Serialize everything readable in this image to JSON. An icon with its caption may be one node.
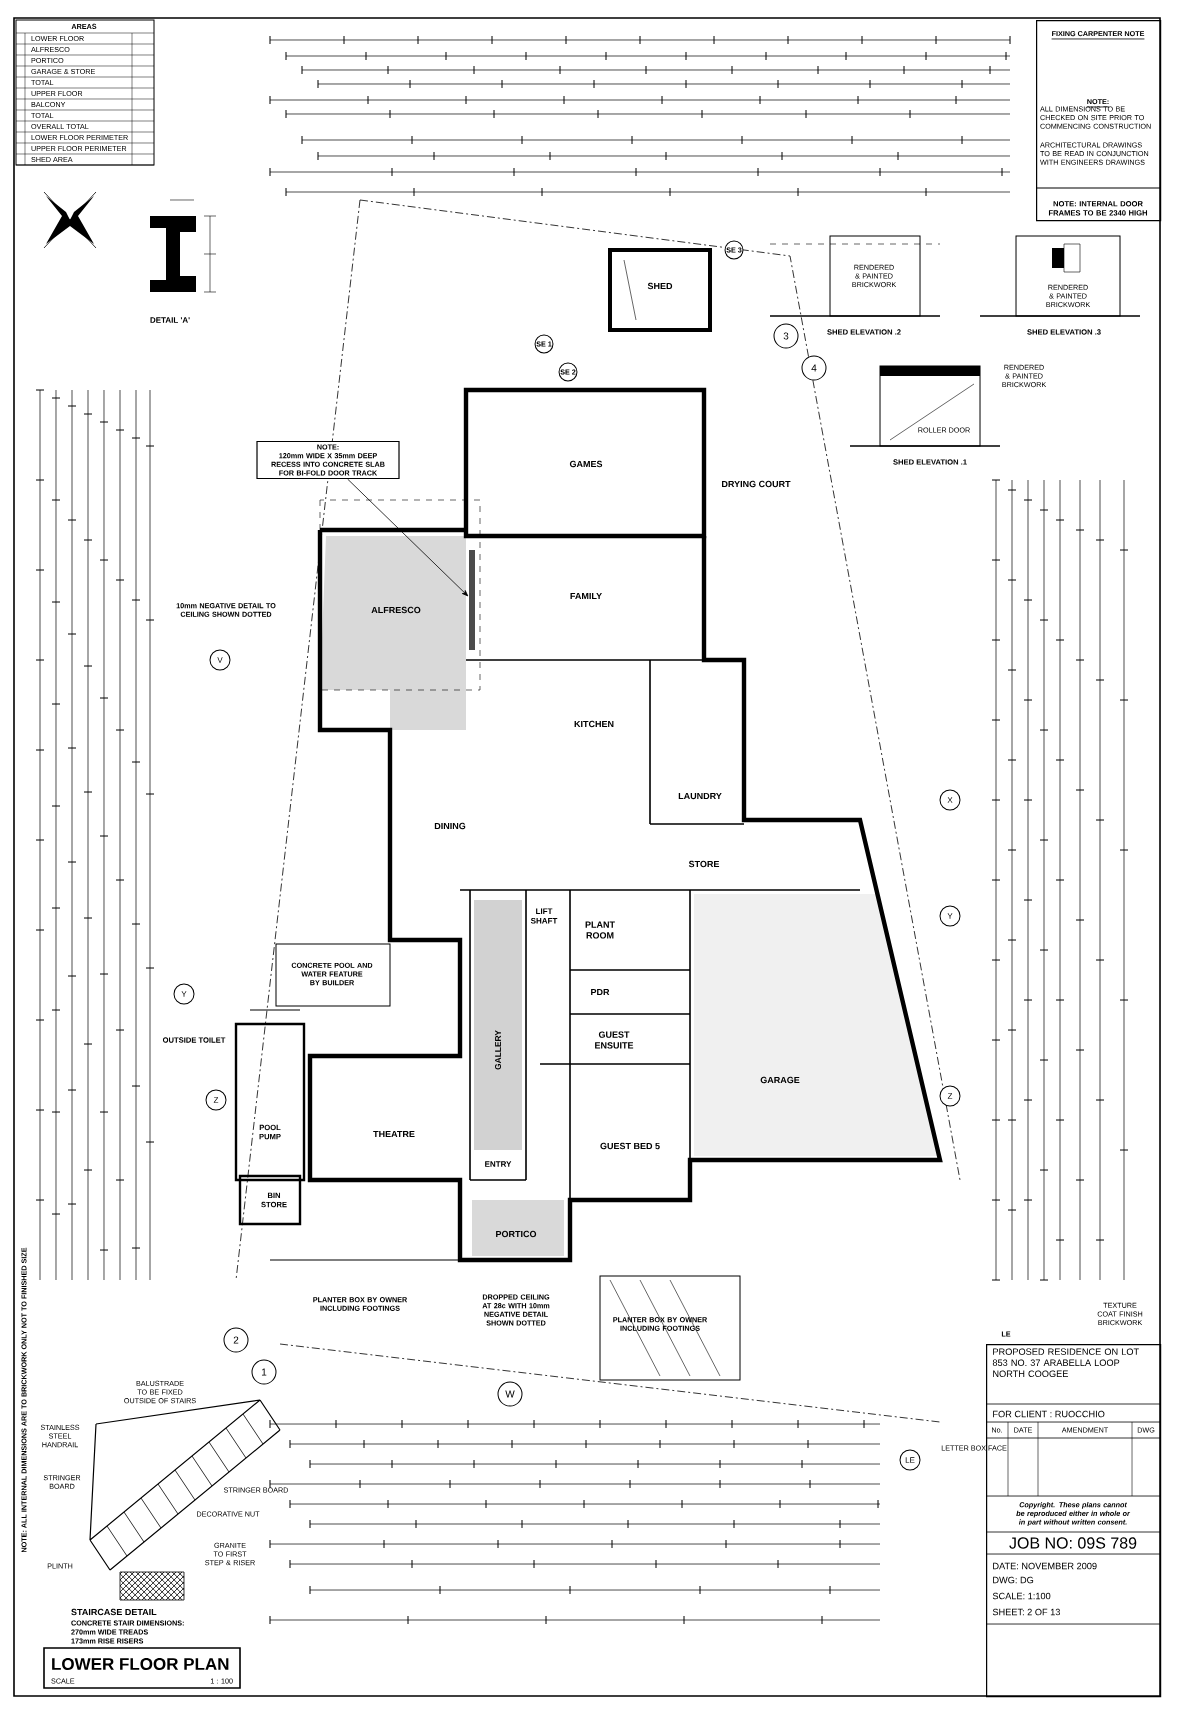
{
  "diagram": {
    "title": "LOWER FLOOR PLAN",
    "nodes": [
      {
        "text": [
          "NOTE:",
          "120mm WIDE X 35mm DEEP RECESS INTO CONCRETE SLAB FOR BI-FOLD DOOR TRACK"
        ]
      },
      {
        "text": [
          "FIXING CARPENTER NOTE",
          "NOTE:",
          "ALL DIMENSIONS TO BE CHECKED ON SITE PRIOR TO COMMENCING CONSTRUCTION",
          "ARCHITECTURAL DRAWINGS TO BE READ IN CONJUNCTION WITH ENGINEERS DRAWINGS",
          "NOTE: INTERNAL DOOR FRAMES TO BE 2340 HIGH"
        ]
      },
      {
        "text": [
          "PROPOSED RESIDENCE ON LOT 853 NO. 37 ARABELLA LOOP NORTH COOGEE",
          "FOR CLIENT : RUOCCHIO",
          "No.",
          "DATE",
          "AMENDMENT",
          "DWG",
          "Copyright. These plans cannot be reproduced either in whole or in part without written consent.",
          "JOB NO: 09S 789",
          "DATE: NOVEMBER 2009",
          "DWG: DG",
          "SCALE: 1:100",
          "SHEET: 2 OF 13"
        ]
      },
      {
        "text": [],
        "shape": "bar"
      }
    ],
    "edges": [
      {
        "from": 0,
        "to": 3,
        "arrow": "to"
      }
    ],
    "labels": [
      "AREAS",
      "LOWER FLOOR",
      "ALFRESCO",
      "PORTICO",
      "GARAGE & STORE",
      "TOTAL",
      "UPPER FLOOR",
      "BALCONY",
      "TOTAL",
      "OVERALL TOTAL",
      "LOWER FLOOR PERIMETER",
      "UPPER FLOOR PERIMETER",
      "SHED AREA",
      "DETAIL 'A'",
      "SE 1",
      "SE 2",
      "SE 3",
      "SHED",
      "SHED ELEVATION .2",
      "RENDERED & PAINTED BRICKWORK",
      "SHED ELEVATION .3",
      "RENDERED & PAINTED BRICKWORK",
      "3",
      "4",
      "ROLLER DOOR",
      "RENDERED & PAINTED BRICKWORK",
      "SHED ELEVATION .1",
      "GAMES",
      "DRYING COURT",
      "ALFRESCO",
      "FAMILY",
      "10mm NEGATIVE DETAIL TO CEILING SHOWN DOTTED",
      "V",
      "KITCHEN",
      "LAUNDRY",
      "X",
      "DINING",
      "STORE",
      "LIFT SHAFT",
      "PLANT ROOM",
      "Y",
      "CONCRETE POOL AND WATER FEATURE BY BUILDER",
      "Y",
      "PDR",
      "GUEST ENSUITE",
      "OUTSIDE TOILET",
      "GALLERY",
      "GARAGE",
      "Z",
      "Z",
      "POOL PUMP",
      "THEATRE",
      "ENTRY",
      "GUEST BED 5",
      "BIN STORE",
      "PORTICO",
      "PLANTER BOX BY OWNER INCLUDING FOOTINGS",
      "DROPPED CEILING AT 28c WITH 10mm NEGATIVE DETAIL SHOWN DOTTED",
      "PLANTER BOX BY OWNER INCLUDING FOOTINGS",
      "2",
      "1",
      "W",
      "TEXTURE COAT FINISH BRICKWORK",
      "LE",
      "LETTER BOX FACE",
      "LE",
      "NOTE: ALL INTERNAL DIMENSIONS ARE TO BRICKWORK ONLY NOT TO FINISHED SIZE",
      "BALUSTRADE TO BE FIXED OUTSIDE OF STAIRS",
      "STAINLESS STEEL HANDRAIL",
      "STRINGER BOARD",
      "STRINGER BOARD",
      "DECORATIVE NUT",
      "PLINTH",
      "GRANITE TO FIRST STEP & RISER",
      "STAIRCASE DETAIL",
      "CONCRETE STAIR DIMENSIONS:",
      "270mm WIDE TREADS",
      "173mm RISE RISERS",
      "SCALE",
      "1 : 100"
    ]
  }
}
